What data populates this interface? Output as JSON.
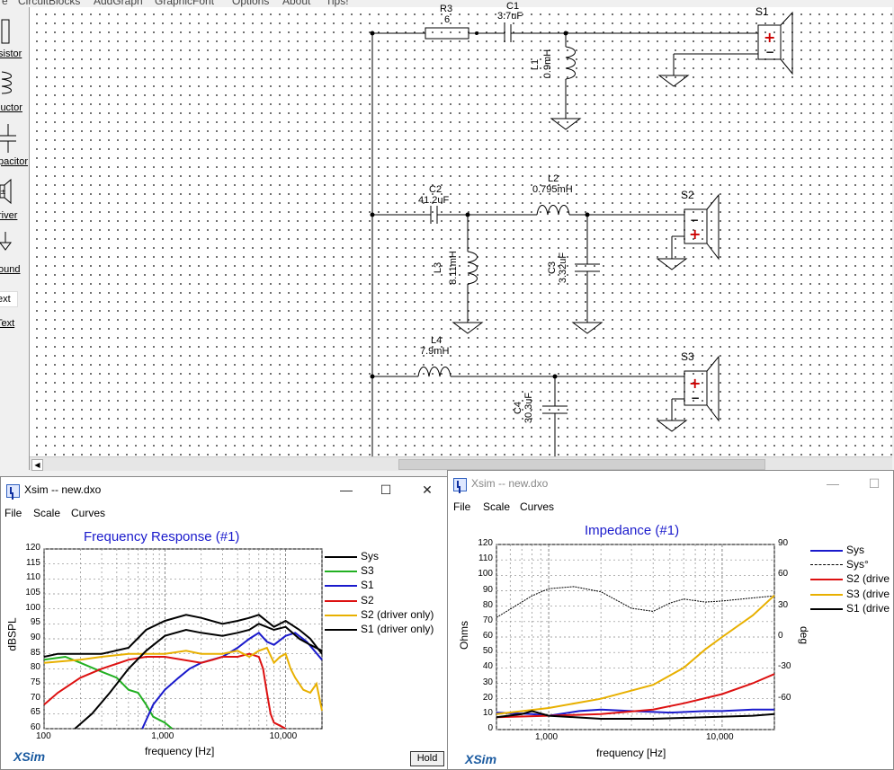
{
  "menubar": {
    "items": [
      "e",
      "CircuitBlocks",
      "AddGraph",
      "GraphicFont",
      "Options",
      "About",
      "Tips!"
    ]
  },
  "toolbox": {
    "items": [
      {
        "icon": "resistor-icon",
        "label": "sistor"
      },
      {
        "icon": "inductor-icon",
        "label": "luctor"
      },
      {
        "icon": "capacitor-icon",
        "label": "pacitor"
      },
      {
        "icon": "driver-icon",
        "label": "river"
      },
      {
        "icon": "ground-icon",
        "label": "ound"
      },
      {
        "icon": "text-icon",
        "label": "Text",
        "glyph": "ext"
      }
    ]
  },
  "schematic": {
    "components": [
      {
        "id": "R3",
        "value": "6"
      },
      {
        "id": "C1",
        "value": "3.7uF",
        "id_visible": "C1"
      },
      {
        "id": "L1",
        "value": "0.9mH"
      },
      {
        "id": "S1",
        "value": ""
      },
      {
        "id": "C2",
        "value": "41.2uF"
      },
      {
        "id": "L2",
        "value": "0.795mH"
      },
      {
        "id": "S2",
        "value": ""
      },
      {
        "id": "L3",
        "value": "8.11mH"
      },
      {
        "id": "C3",
        "value": "3.32uF"
      },
      {
        "id": "L4",
        "value": "7.9mH"
      },
      {
        "id": "S3",
        "value": ""
      },
      {
        "id": "C4",
        "value": "30.3uF"
      }
    ]
  },
  "freq_window": {
    "title": "Xsim -- new.dxo",
    "menu": [
      "File",
      "Scale",
      "Curves"
    ],
    "plot_title": "Frequency Response (#1)",
    "ylabel": "dBSPL",
    "xlabel": "frequency [Hz]",
    "yticks": [
      "120",
      "115",
      "110",
      "105",
      "100",
      "95",
      "90",
      "85",
      "80",
      "75",
      "70",
      "65",
      "60"
    ],
    "xticks": [
      "100",
      "1,000",
      "10,000"
    ],
    "brand": "XSim",
    "hold_label": "Hold",
    "legend": [
      {
        "label": "Sys",
        "color": "#000000"
      },
      {
        "label": "S3",
        "color": "#22b022"
      },
      {
        "label": "S1",
        "color": "#1a1acc"
      },
      {
        "label": "S2",
        "color": "#dd1111"
      },
      {
        "label": "S2 (driver only)",
        "color": "#e8b000"
      },
      {
        "label": "S1 (driver only)",
        "color": "#000000"
      }
    ]
  },
  "imp_window": {
    "title": "Xsim -- new.dxo",
    "menu": [
      "File",
      "Scale",
      "Curves"
    ],
    "plot_title": "Impedance (#1)",
    "ylabel": "Ohms",
    "y2label": "deg",
    "xlabel": "frequency [Hz]",
    "yticks": [
      "120",
      "110",
      "100",
      "90",
      "80",
      "70",
      "60",
      "50",
      "40",
      "30",
      "20",
      "10",
      "0"
    ],
    "y2ticks": [
      "90",
      "60",
      "30",
      "0",
      "-30",
      "-60"
    ],
    "xticks": [
      "1,000",
      "10,000"
    ],
    "brand": "XSim",
    "legend": [
      {
        "label": "Sys",
        "color": "#1a1acc"
      },
      {
        "label": "Sys°",
        "color": "#000000",
        "dashed": true
      },
      {
        "label": "S2 (drive",
        "color": "#dd1111"
      },
      {
        "label": "S3 (drive",
        "color": "#e8b000"
      },
      {
        "label": "S1 (drive",
        "color": "#000000"
      }
    ]
  },
  "chart_data": [
    {
      "type": "line",
      "title": "Frequency Response (#1)",
      "xlabel": "frequency [Hz]",
      "ylabel": "dBSPL",
      "xscale": "log",
      "xlim": [
        100,
        20000
      ],
      "ylim": [
        60,
        120
      ],
      "grid": true,
      "legend_position": "right",
      "series": [
        {
          "name": "Sys",
          "color": "#000000",
          "points": [
            [
              100,
              84
            ],
            [
              130,
              85
            ],
            [
              200,
              85
            ],
            [
              300,
              85
            ],
            [
              500,
              87
            ],
            [
              700,
              93
            ],
            [
              1000,
              96
            ],
            [
              1500,
              98
            ],
            [
              2000,
              97
            ],
            [
              3000,
              95
            ],
            [
              4000,
              96
            ],
            [
              5000,
              97
            ],
            [
              6000,
              98
            ],
            [
              8000,
              94
            ],
            [
              10000,
              96
            ],
            [
              13000,
              93
            ],
            [
              16000,
              90
            ],
            [
              20000,
              85
            ]
          ]
        },
        {
          "name": "S3",
          "color": "#22b022",
          "points": [
            [
              100,
              83
            ],
            [
              150,
              84
            ],
            [
              200,
              82
            ],
            [
              300,
              79
            ],
            [
              400,
              77
            ],
            [
              500,
              73
            ],
            [
              600,
              72
            ],
            [
              700,
              68
            ],
            [
              800,
              64
            ],
            [
              1000,
              62
            ],
            [
              1150,
              60
            ]
          ]
        },
        {
          "name": "S1",
          "color": "#1a1acc",
          "points": [
            [
              650,
              60
            ],
            [
              800,
              68
            ],
            [
              1000,
              73
            ],
            [
              1300,
              77
            ],
            [
              1600,
              80
            ],
            [
              2000,
              82
            ],
            [
              3000,
              84
            ],
            [
              4000,
              87
            ],
            [
              5000,
              90
            ],
            [
              6000,
              92
            ],
            [
              7000,
              89
            ],
            [
              8000,
              88
            ],
            [
              10000,
              91
            ],
            [
              12000,
              92
            ],
            [
              15000,
              89
            ],
            [
              20000,
              83
            ]
          ]
        },
        {
          "name": "S2",
          "color": "#dd1111",
          "points": [
            [
              100,
              68
            ],
            [
              130,
              72
            ],
            [
              200,
              77
            ],
            [
              300,
              80
            ],
            [
              500,
              83
            ],
            [
              700,
              84
            ],
            [
              1000,
              84
            ],
            [
              2000,
              82
            ],
            [
              2500,
              83
            ],
            [
              3000,
              84
            ],
            [
              4000,
              84
            ],
            [
              5000,
              85
            ],
            [
              6000,
              84
            ],
            [
              6500,
              80
            ],
            [
              7000,
              72
            ],
            [
              7500,
              65
            ],
            [
              8000,
              62
            ],
            [
              9000,
              61
            ],
            [
              10000,
              60
            ]
          ]
        },
        {
          "name": "S2 (driver only)",
          "color": "#e8b000",
          "points": [
            [
              100,
              82
            ],
            [
              200,
              83
            ],
            [
              300,
              84
            ],
            [
              500,
              85
            ],
            [
              1000,
              85
            ],
            [
              1500,
              86
            ],
            [
              2000,
              85
            ],
            [
              3000,
              85
            ],
            [
              4000,
              86
            ],
            [
              5000,
              84
            ],
            [
              6000,
              86
            ],
            [
              7000,
              87
            ],
            [
              8000,
              82
            ],
            [
              9000,
              84
            ],
            [
              10000,
              85
            ],
            [
              11000,
              80
            ],
            [
              12000,
              77
            ],
            [
              14000,
              73
            ],
            [
              16000,
              72
            ],
            [
              18000,
              75
            ],
            [
              20000,
              66
            ]
          ]
        },
        {
          "name": "S1 (driver only)",
          "color": "#000000",
          "points": [
            [
              180,
              60
            ],
            [
              250,
              65
            ],
            [
              350,
              72
            ],
            [
              500,
              80
            ],
            [
              700,
              86
            ],
            [
              1000,
              91
            ],
            [
              1500,
              93
            ],
            [
              2000,
              92
            ],
            [
              3000,
              91
            ],
            [
              4000,
              92
            ],
            [
              5000,
              93
            ],
            [
              6000,
              95
            ],
            [
              8000,
              93
            ],
            [
              10000,
              94
            ],
            [
              13000,
              90
            ],
            [
              16000,
              88
            ],
            [
              20000,
              86
            ]
          ]
        }
      ]
    },
    {
      "type": "line",
      "title": "Impedance (#1)",
      "xlabel": "frequency [Hz]",
      "ylabel": "Ohms",
      "y2label": "deg",
      "xscale": "log",
      "xlim": [
        500,
        20000
      ],
      "ylim": [
        0,
        120
      ],
      "y2lim": [
        -90,
        90
      ],
      "grid": true,
      "legend_position": "right",
      "series": [
        {
          "name": "Sys",
          "color": "#1a1acc",
          "axis": "left",
          "points": [
            [
              500,
              11
            ],
            [
              800,
              10
            ],
            [
              1000,
              9
            ],
            [
              1500,
              12
            ],
            [
              2000,
              13
            ],
            [
              3000,
              12
            ],
            [
              5000,
              11
            ],
            [
              8000,
              12
            ],
            [
              10000,
              12
            ],
            [
              15000,
              13
            ],
            [
              20000,
              13
            ]
          ]
        },
        {
          "name": "Sys°",
          "color": "#000000",
          "dashed": true,
          "axis": "right",
          "points": [
            [
              500,
              19
            ],
            [
              800,
              40
            ],
            [
              1000,
              47
            ],
            [
              1400,
              49
            ],
            [
              2000,
              44
            ],
            [
              3000,
              28
            ],
            [
              4000,
              25
            ],
            [
              5000,
              33
            ],
            [
              6000,
              37
            ],
            [
              8000,
              34
            ],
            [
              10000,
              35
            ],
            [
              15000,
              38
            ],
            [
              20000,
              40
            ]
          ]
        },
        {
          "name": "S2 (driver only)",
          "color": "#dd1111",
          "axis": "left",
          "points": [
            [
              500,
              8
            ],
            [
              1000,
              9
            ],
            [
              2000,
              10
            ],
            [
              4000,
              13
            ],
            [
              6000,
              17
            ],
            [
              10000,
              23
            ],
            [
              15000,
              30
            ],
            [
              20000,
              36
            ]
          ]
        },
        {
          "name": "S3 (driver only)",
          "color": "#e8b000",
          "axis": "left",
          "points": [
            [
              500,
              10
            ],
            [
              1000,
              14
            ],
            [
              2000,
              20
            ],
            [
              4000,
              29
            ],
            [
              6000,
              40
            ],
            [
              8000,
              52
            ],
            [
              10000,
              60
            ],
            [
              15000,
              74
            ],
            [
              20000,
              87
            ]
          ]
        },
        {
          "name": "S1 (driver only)",
          "color": "#000000",
          "axis": "left",
          "points": [
            [
              500,
              8
            ],
            [
              700,
              10
            ],
            [
              800,
              12
            ],
            [
              1000,
              9
            ],
            [
              2000,
              7
            ],
            [
              4000,
              7
            ],
            [
              8000,
              8
            ],
            [
              15000,
              9
            ],
            [
              20000,
              10
            ]
          ]
        }
      ]
    }
  ]
}
